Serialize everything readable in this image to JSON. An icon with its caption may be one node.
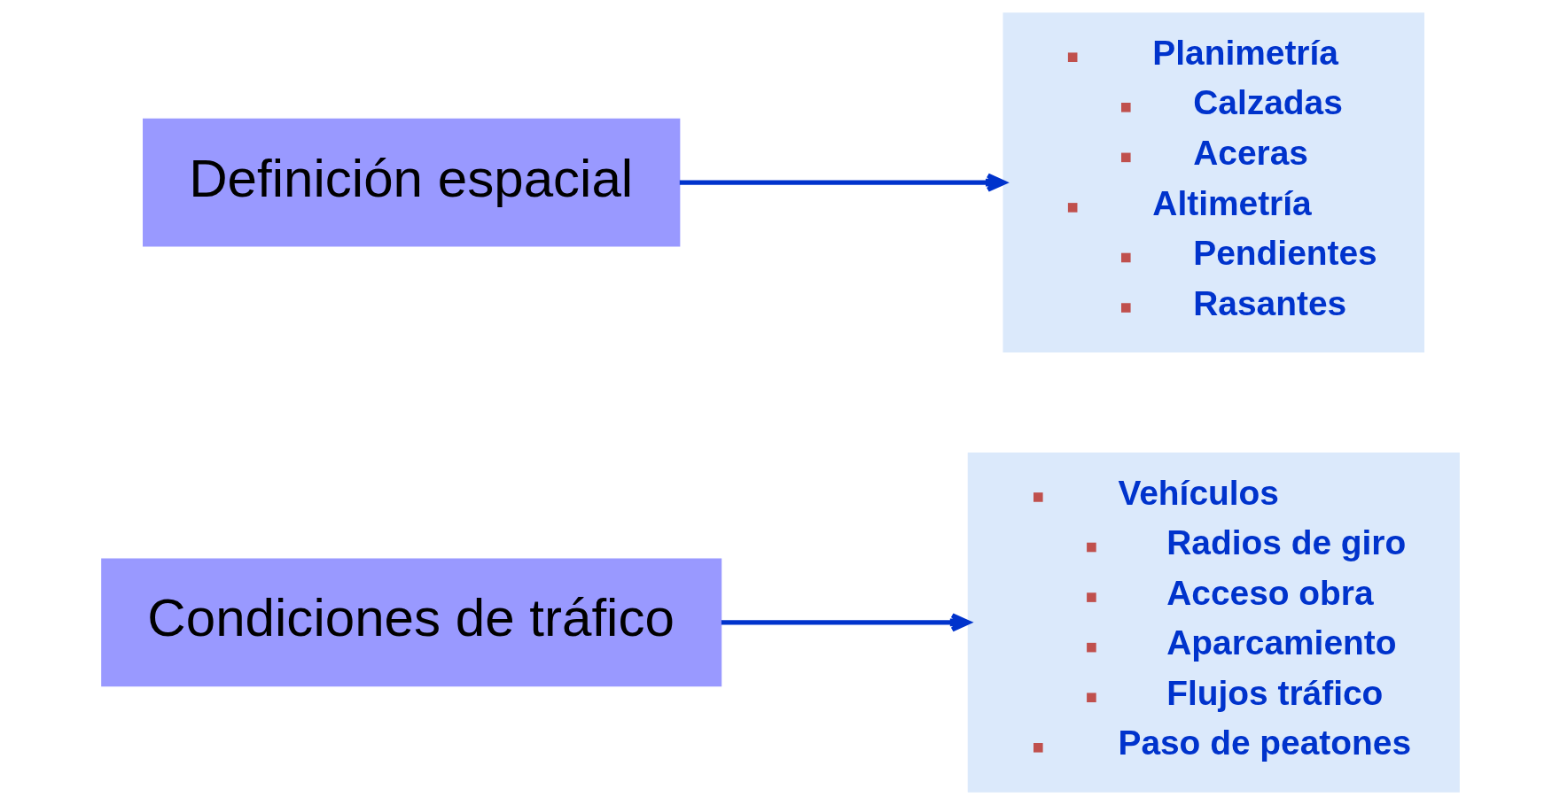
{
  "diagram": {
    "nodes": [
      {
        "text": [
          "Definición espacial"
        ]
      },
      {
        "text": [
          "Planimetría",
          "Calzadas",
          "Aceras",
          "Altimetría",
          "Pendientes",
          "Rasantes"
        ]
      },
      {
        "text": [
          "Condiciones de tráfico"
        ]
      },
      {
        "text": [
          "Vehículos",
          "Radios de giro",
          "Acceso obra",
          "Aparcamiento",
          "Flujos tráfico",
          "Paso de peatones"
        ]
      }
    ],
    "edges": [
      {
        "from": 0,
        "to": 1,
        "arrow": "to"
      },
      {
        "from": 2,
        "to": 3,
        "arrow": "to"
      }
    ]
  }
}
